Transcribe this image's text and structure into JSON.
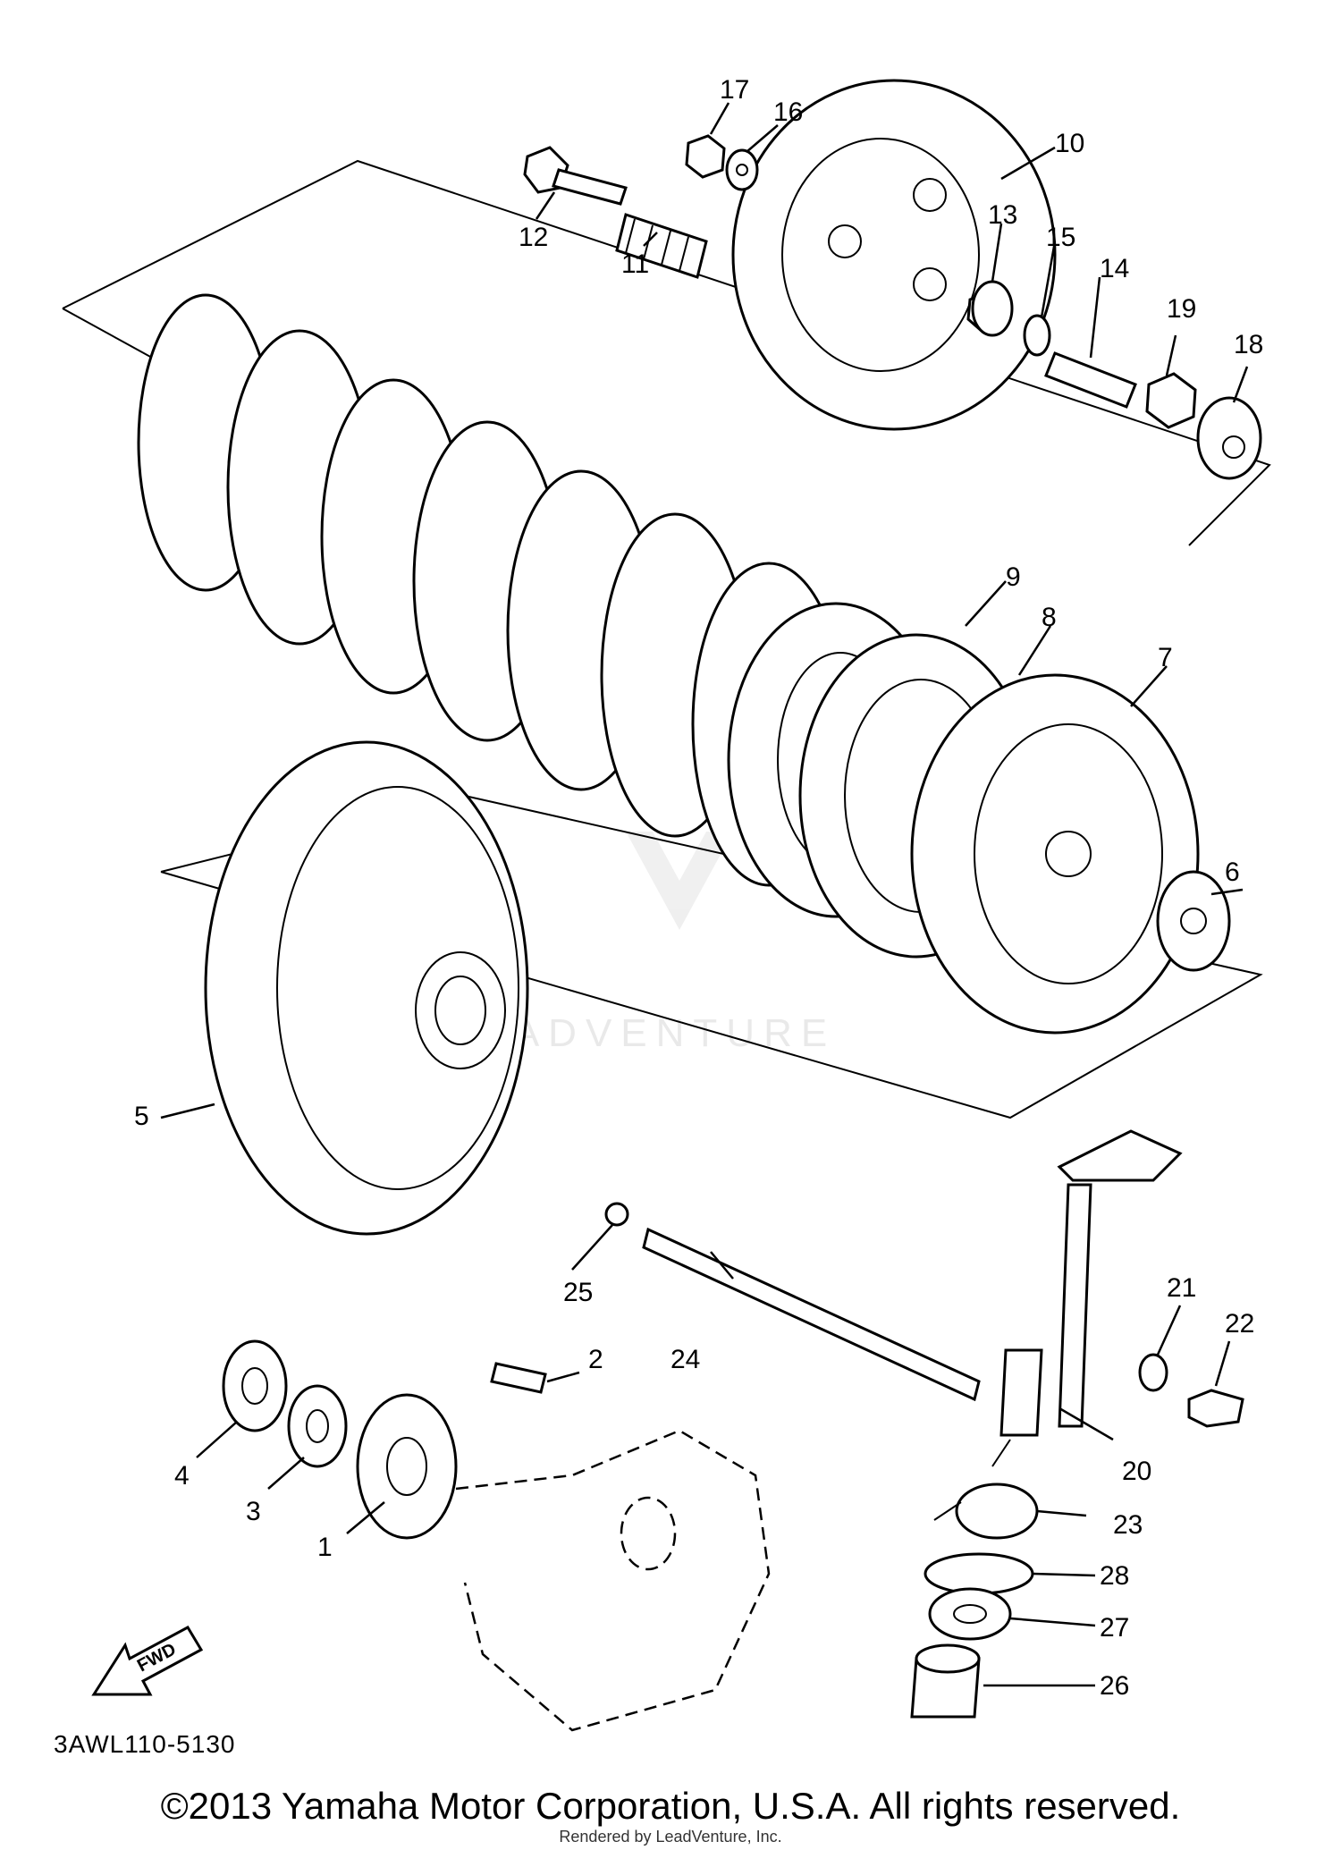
{
  "diagram": {
    "callouts": [
      "1",
      "2",
      "3",
      "4",
      "5",
      "6",
      "7",
      "8",
      "9",
      "10",
      "11",
      "12",
      "13",
      "14",
      "15",
      "16",
      "17",
      "18",
      "19",
      "20",
      "21",
      "22",
      "23",
      "24",
      "25",
      "26",
      "27",
      "28"
    ],
    "drawing_code": "3AWL110-5130",
    "direction_marker": "FWD",
    "watermark": "LEADVENTURE"
  },
  "footer": {
    "copyright": "©2013 Yamaha Motor Corporation, U.S.A. All rights reserved.",
    "rendered_by": "Rendered by LeadVenture, Inc."
  }
}
